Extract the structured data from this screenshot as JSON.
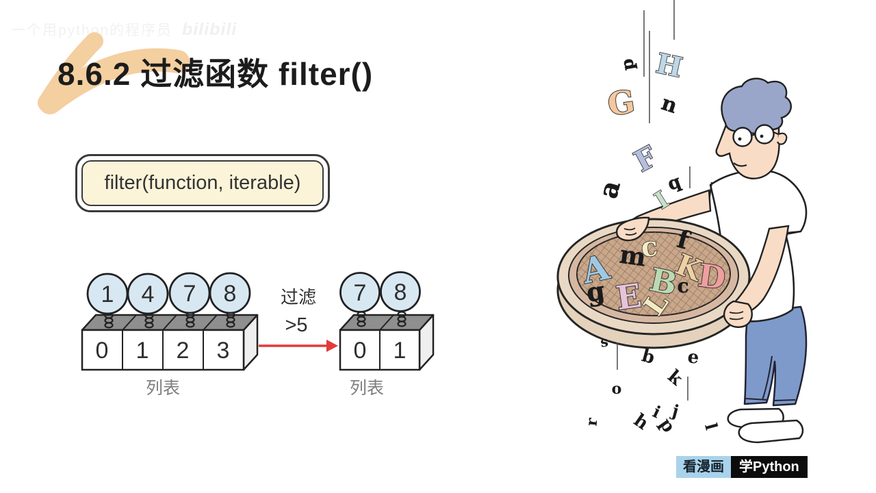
{
  "watermark": {
    "username": "一个用python的程序员",
    "logo": "bilibili"
  },
  "title": "8.6.2 过滤函数 filter()",
  "syntax_box": {
    "text": "filter(function, iterable)"
  },
  "diagram": {
    "input_list": {
      "values": [
        "1",
        "4",
        "7",
        "8"
      ],
      "indices": [
        "0",
        "1",
        "2",
        "3"
      ],
      "label": "列表"
    },
    "operation": {
      "line1": "过滤",
      "line2": ">5"
    },
    "output_list": {
      "values": [
        "7",
        "8"
      ],
      "indices": [
        "0",
        "1"
      ],
      "label": "列表"
    }
  },
  "illustration": {
    "letters_above": [
      {
        "char": "p",
        "color": "#1a1a1a"
      },
      {
        "char": "H",
        "color": "#BFD7E6"
      },
      {
        "char": "G",
        "color": "#F4C79E"
      },
      {
        "char": "n",
        "color": "#1a1a1a"
      },
      {
        "char": "F",
        "color": "#B6BEDF"
      },
      {
        "char": "a",
        "color": "#1a1a1a"
      },
      {
        "char": "q",
        "color": "#1a1a1a"
      }
    ],
    "sieve_letters": [
      {
        "char": "A",
        "color": "#9FC9E2"
      },
      {
        "char": "m",
        "color": "#1a1a1a"
      },
      {
        "char": "c",
        "color": "#F3EBC4"
      },
      {
        "char": "f",
        "color": "#1a1a1a"
      },
      {
        "char": "E",
        "color": "#E5C3D9"
      },
      {
        "char": "B",
        "color": "#BBDAB3"
      },
      {
        "char": "K",
        "color": "#EDD0A4"
      },
      {
        "char": "c",
        "color": "#1a1a1a"
      },
      {
        "char": "L",
        "color": "#F3EBC4"
      },
      {
        "char": "D",
        "color": "#EE9F9F"
      },
      {
        "char": "g",
        "color": "#1a1a1a"
      }
    ],
    "arm_letter": {
      "char": "I",
      "color": "#C7E1C9"
    },
    "letters_below": [
      {
        "char": "s",
        "color": "#1a1a1a"
      },
      {
        "char": "b",
        "color": "#1a1a1a"
      },
      {
        "char": "e",
        "color": "#1a1a1a"
      },
      {
        "char": "k",
        "color": "#1a1a1a"
      },
      {
        "char": "o",
        "color": "#1a1a1a"
      },
      {
        "char": "r",
        "color": "#1a1a1a"
      },
      {
        "char": "h",
        "color": "#1a1a1a"
      },
      {
        "char": "i",
        "color": "#1a1a1a"
      },
      {
        "char": "p",
        "color": "#1a1a1a"
      },
      {
        "char": "j",
        "color": "#1a1a1a"
      },
      {
        "char": "l",
        "color": "#1a1a1a"
      }
    ]
  },
  "badge": {
    "left": "看漫画",
    "right": "学Python"
  },
  "colors": {
    "accent_red": "#E23A3A",
    "brush_stroke": "#F4CFA0",
    "balloon_fill": "#D8E8F3",
    "box_top": "#8F8F8F",
    "syntax_bg": "#FBF4D9",
    "badge_blue": "#A9D3EA",
    "badge_black": "#0C0C0C",
    "hair": "#9AA6C9",
    "skin": "#F8DCC6",
    "jeans": "#7E9ACA",
    "sieve_rim": "#E9D9C4",
    "sieve_mesh": "#C9A78B"
  }
}
